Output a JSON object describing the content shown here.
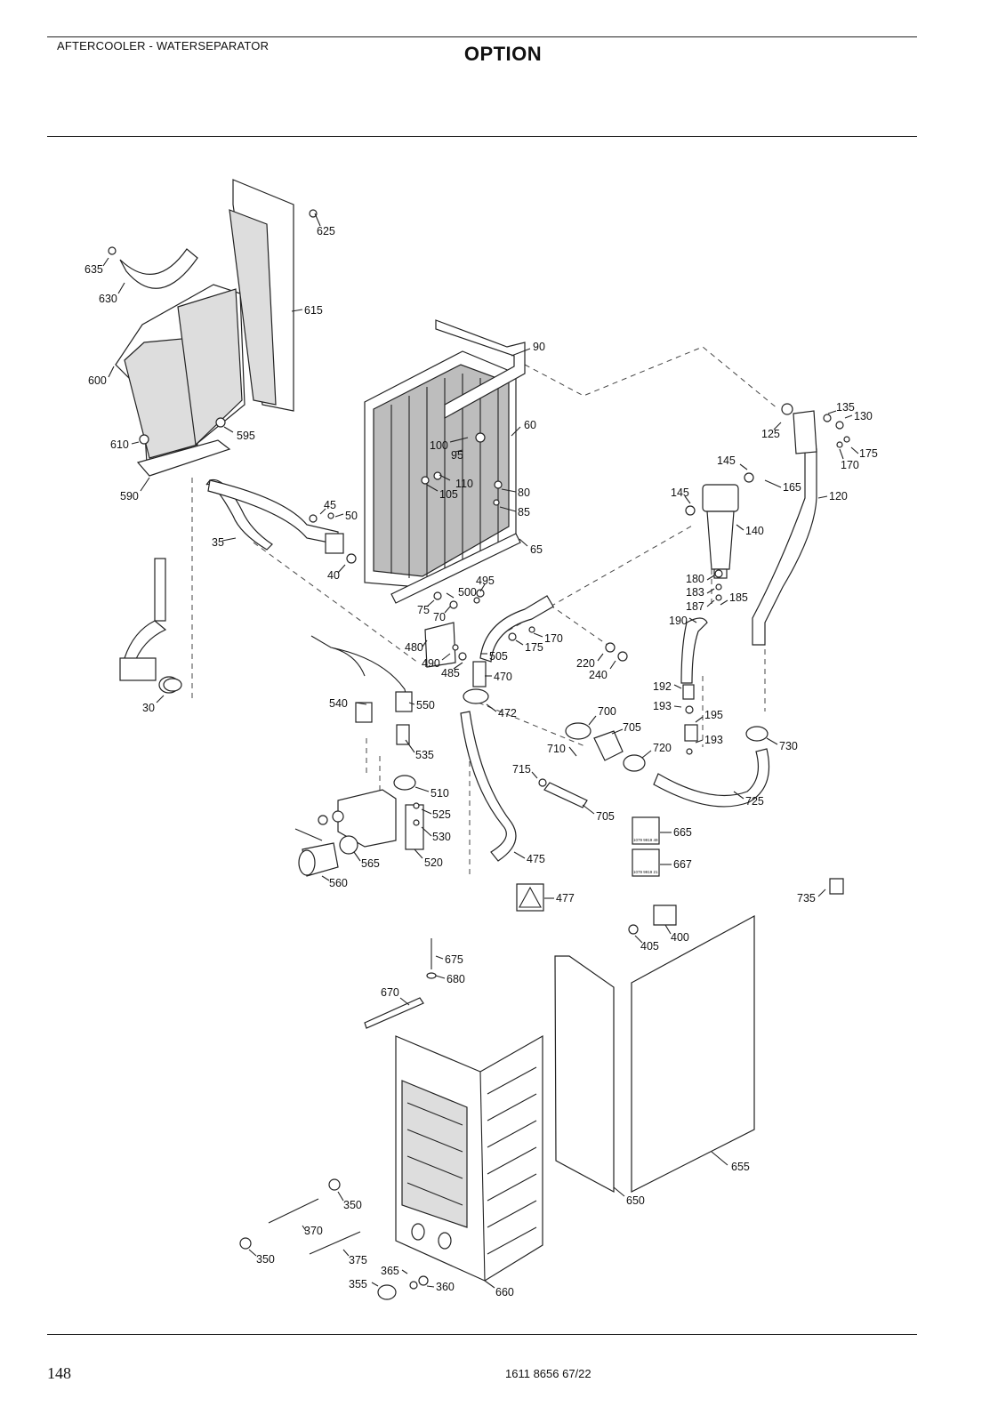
{
  "header": {
    "section_title": "AFTERCOOLER - WATERSEPARATOR",
    "option_title": "OPTION"
  },
  "footer": {
    "page_number": "148",
    "doc_number": "1611 8656 67/22"
  },
  "diagram": {
    "part_numbers": [
      "625",
      "635",
      "630",
      "615",
      "600",
      "610",
      "595",
      "590",
      "90",
      "60",
      "100",
      "95",
      "110",
      "105",
      "80",
      "85",
      "65",
      "45",
      "50",
      "35",
      "40",
      "495",
      "500",
      "75",
      "70",
      "480",
      "490",
      "485",
      "505",
      "470",
      "170",
      "175",
      "220",
      "240",
      "540",
      "550",
      "535",
      "472",
      "510",
      "525",
      "530",
      "520",
      "565",
      "560",
      "475",
      "477",
      "135",
      "130",
      "125",
      "175",
      "170",
      "145",
      "165",
      "120",
      "145",
      "140",
      "180",
      "183",
      "187",
      "185",
      "190",
      "192",
      "193",
      "195",
      "193",
      "700",
      "705",
      "720",
      "710",
      "715",
      "705",
      "730",
      "725",
      "665",
      "667",
      "735",
      "405",
      "400",
      "675",
      "680",
      "670",
      "650",
      "655",
      "660",
      "350",
      "370",
      "350",
      "375",
      "365",
      "360",
      "355",
      "30"
    ],
    "label_plates": [
      "1079 9919 49",
      "1079 9919 21"
    ]
  }
}
